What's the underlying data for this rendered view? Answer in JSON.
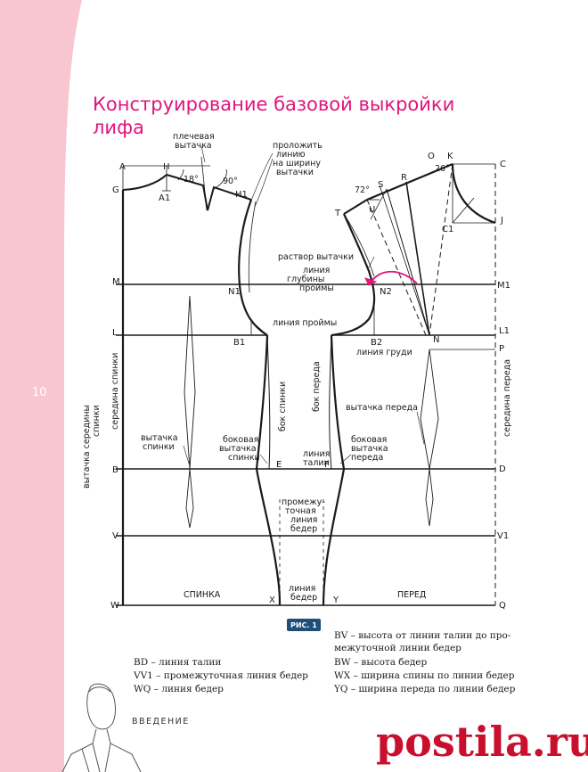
{
  "page_number": "10",
  "title_line1": "Конструирование базовой выкройки",
  "title_line2": "лифа",
  "figure_label": "РИС. 1",
  "footer_text": "ВВЕДЕНИЕ",
  "watermark": "postila.ru",
  "colors": {
    "accent": "#e0157b",
    "sidebar": "#f7c6d0",
    "figure_badge": "#1f4e79",
    "watermark": "#c8102e"
  },
  "points": {
    "A": "A",
    "H": "H",
    "A1": "A1",
    "G": "G",
    "H1": "H1",
    "M": "M",
    "N1": "N1",
    "L": "L",
    "B1": "B1",
    "B": "B",
    "E": "E",
    "V": "V",
    "W": "W",
    "X": "X",
    "O": "O",
    "K": "K",
    "C": "C",
    "S": "S",
    "R": "R",
    "U": "U",
    "T": "T",
    "J": "J",
    "C1": "C1",
    "M1": "M1",
    "N2": "N2",
    "L1": "L1",
    "B2": "B2",
    "N": "N",
    "P": "P",
    "F": "F",
    "D": "D",
    "V1": "V1",
    "Y": "Y",
    "Q": "Q"
  },
  "angles": {
    "a18": "18°",
    "a90": "90°",
    "a72": "72°",
    "a26": "26°"
  },
  "labels": {
    "shoulder_dart": [
      "плечевая",
      "вытачка"
    ],
    "lay_line": [
      "проложить",
      "линию",
      "на ширину",
      "вытачки"
    ],
    "dart_opening": "раствор вытачки",
    "armhole_depth": [
      "линия",
      "глубины",
      "проймы"
    ],
    "armhole_line": "линия проймы",
    "bust_line": "линия груди",
    "back_side": "бок спинки",
    "front_side": "бок переда",
    "center_back": "середина спинки",
    "center_front": "середина переда",
    "back_center_dart": [
      "вытачка середины",
      "спинки"
    ],
    "front_dart": "вытачка переда",
    "back_dart": [
      "вытачка",
      "спинки"
    ],
    "back_side_dart": [
      "боковая",
      "вытачка",
      "спинки"
    ],
    "front_side_dart": [
      "боковая",
      "вытачка",
      "переда"
    ],
    "waist_line": [
      "линия",
      "талии"
    ],
    "mid_hip": [
      "промежу-",
      "точная",
      "линия",
      "бедер"
    ],
    "hip_line": [
      "линия",
      "бедер"
    ],
    "back": "СПИНКА",
    "front": "ПЕРЕД"
  },
  "legend_left": [
    "BD – линия талии",
    "VV1 – промежуточная линия бедер",
    "WQ – линия бедер"
  ],
  "legend_right": [
    "BV – высота от линии талии до про-",
    "межуточной линии бедер",
    "BW – высота бедер",
    "WX – ширина спины по линии бедер",
    "YQ – ширина переда по линии бедер"
  ]
}
